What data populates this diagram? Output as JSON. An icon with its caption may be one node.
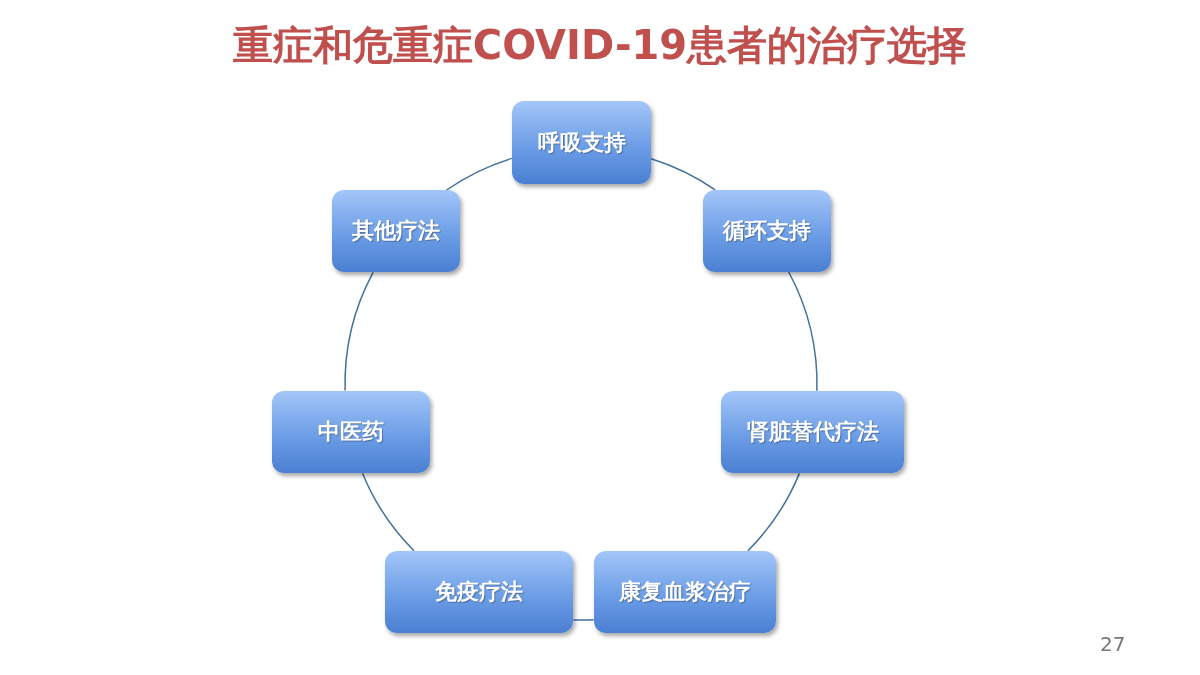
{
  "diagram": {
    "title": "重症和危重症COVID-19患者的治疗选择",
    "nodes": [
      {
        "text": [
          "呼吸支持"
        ]
      },
      {
        "text": [
          "循环支持"
        ]
      },
      {
        "text": [
          "肾脏替代疗法"
        ]
      },
      {
        "text": [
          "康复血浆治疗"
        ]
      },
      {
        "text": [
          "免疫疗法"
        ]
      },
      {
        "text": [
          "中医药"
        ]
      },
      {
        "text": [
          "其他疗法"
        ]
      }
    ],
    "edges": [
      {
        "from": 0,
        "to": 1,
        "arrow": "none"
      },
      {
        "from": 1,
        "to": 2,
        "arrow": "none"
      },
      {
        "from": 2,
        "to": 3,
        "arrow": "none"
      },
      {
        "from": 3,
        "to": 4,
        "arrow": "none"
      },
      {
        "from": 4,
        "to": 5,
        "arrow": "none"
      },
      {
        "from": 5,
        "to": 6,
        "arrow": "none"
      },
      {
        "from": 6,
        "to": 0,
        "arrow": "none"
      }
    ],
    "labels": [
      "27"
    ]
  }
}
